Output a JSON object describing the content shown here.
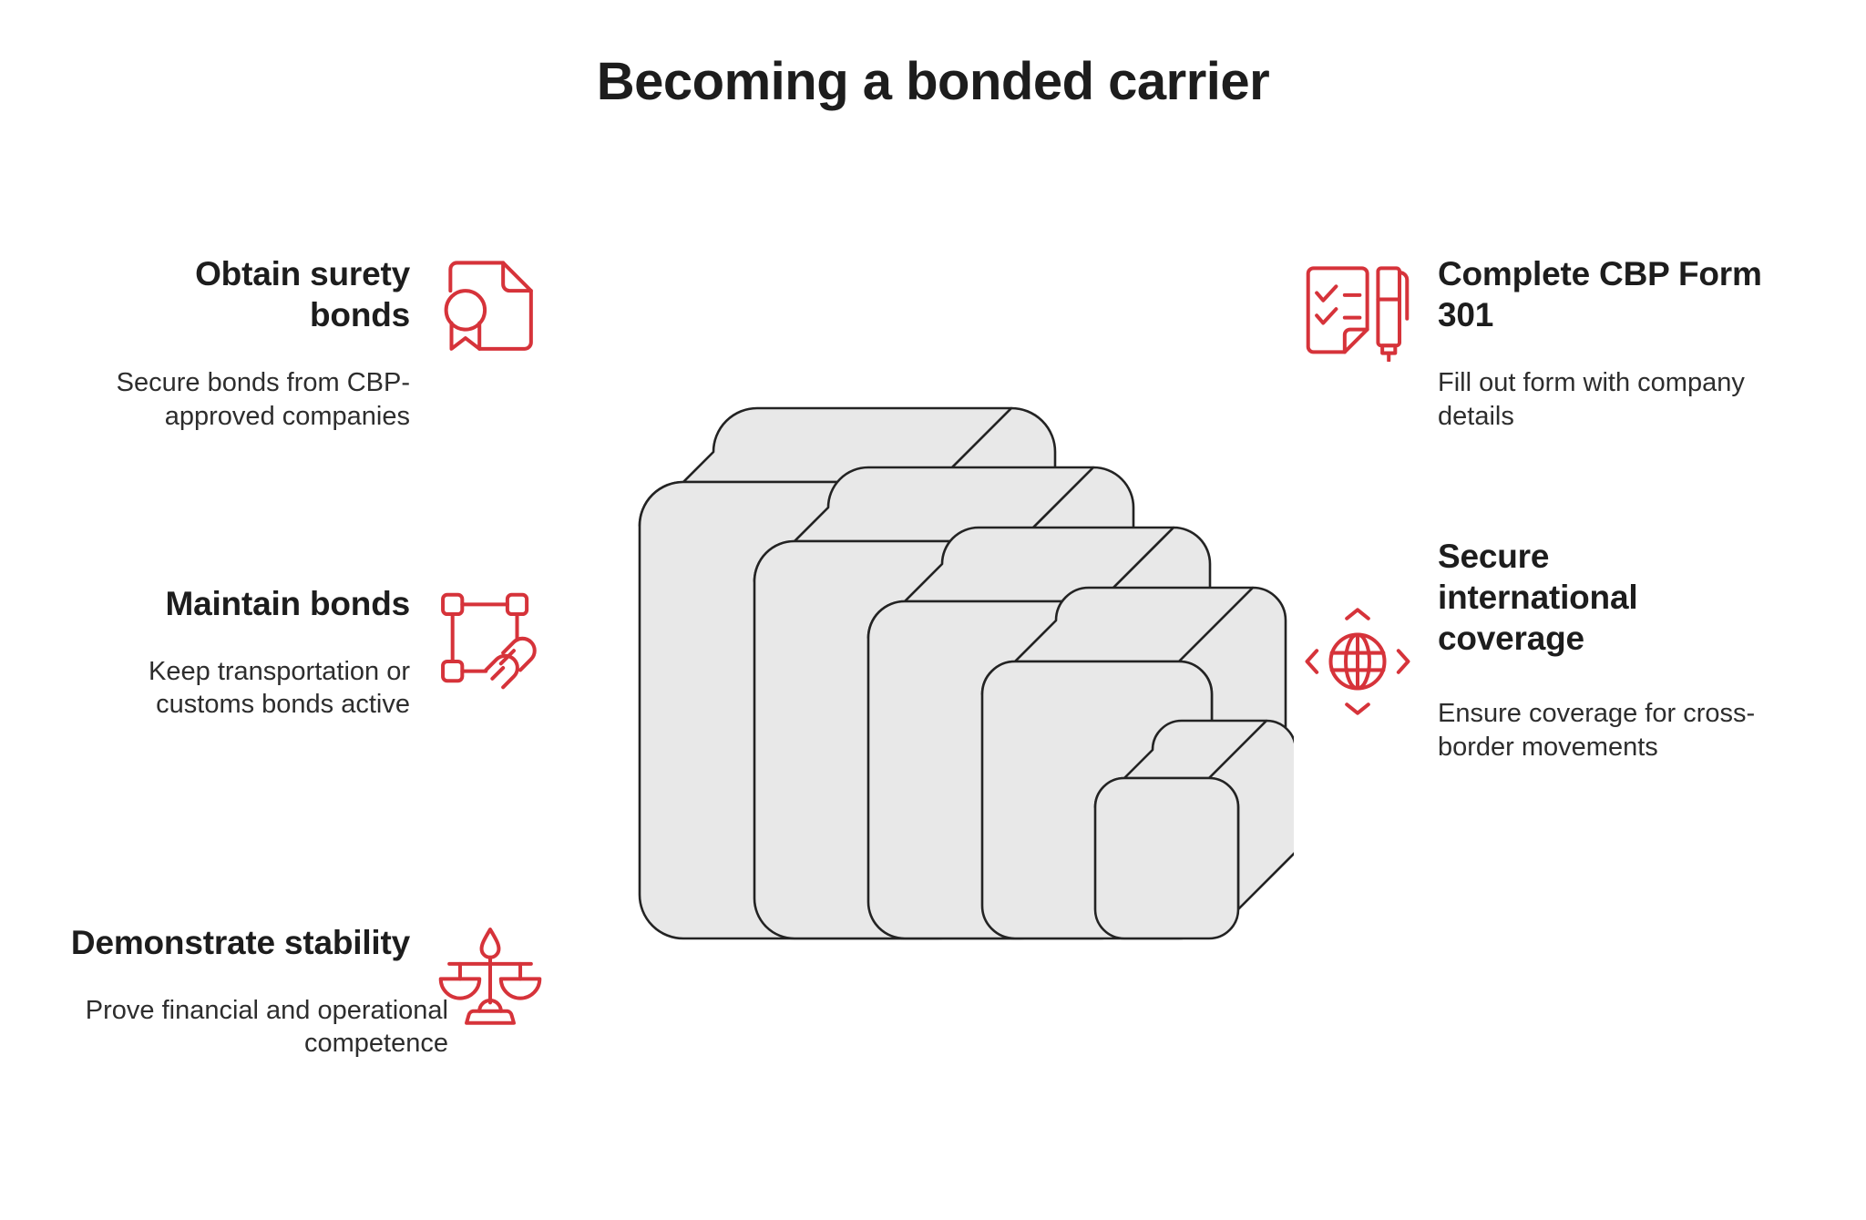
{
  "title": "Becoming a bonded carrier",
  "colors": {
    "accent_red": "#d6333a",
    "text_dark": "#1d1d1d",
    "text_body": "#2d2d2d",
    "slab_fill": "#e8e8e8",
    "slab_stroke": "#232323",
    "background": "#ffffff"
  },
  "left_items": [
    {
      "heading": "Obtain surety bonds",
      "body": "Secure bonds from CBP-approved companies",
      "icon": "certificate-document-icon"
    },
    {
      "heading": "Maintain bonds",
      "body": "Keep transportation or customs bonds active",
      "icon": "linked-nodes-icon"
    },
    {
      "heading": "Demonstrate stability",
      "body": "Prove financial and operational competence",
      "icon": "balance-scales-icon"
    }
  ],
  "right_items": [
    {
      "heading": "Complete CBP Form 301",
      "body": "Fill out form with company details",
      "icon": "checklist-pen-icon"
    },
    {
      "heading": "Secure international coverage",
      "body": "Ensure coverage for cross-border movements",
      "icon": "globe-arrows-icon"
    }
  ],
  "center_graphic": {
    "name": "nested-stacked-slabs",
    "slab_count": 5,
    "description": "Five nested rounded-square slabs shown in isometric extrusion, decreasing in size from left to right"
  }
}
